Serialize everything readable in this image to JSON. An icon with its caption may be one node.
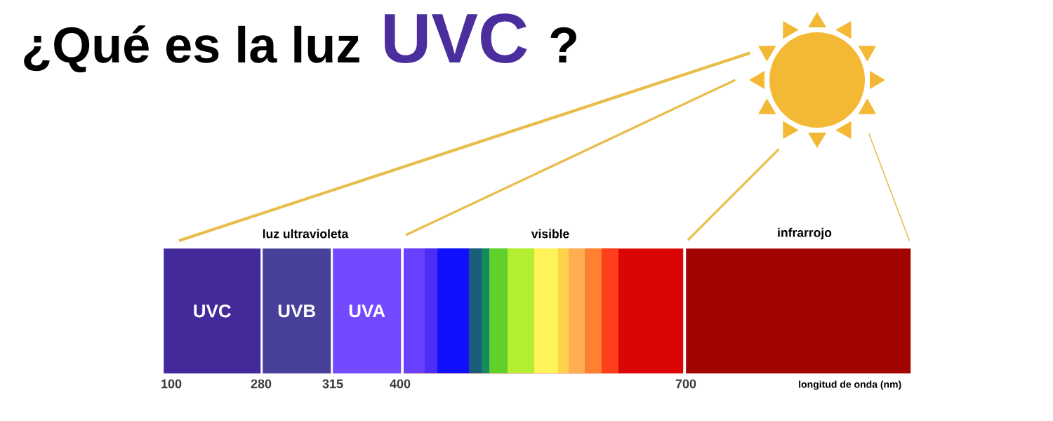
{
  "diagram": {
    "title": "¿Qué es la luz UVC ?",
    "nodes": [
      {
        "text": [],
        "shape": "picture"
      },
      {
        "text": [
          "luz ultravioleta"
        ]
      },
      {
        "text": [
          "UVC"
        ],
        "in": 1
      },
      {
        "text": [
          "UVB"
        ],
        "in": 1
      },
      {
        "text": [
          "UVA"
        ],
        "in": 1
      },
      {
        "text": [
          "visible"
        ]
      },
      {
        "text": [
          "infrarrojo"
        ]
      }
    ],
    "edges": [
      {
        "from": 0,
        "to": 1,
        "arrow": "none"
      },
      {
        "from": 0,
        "to": 5,
        "arrow": "none"
      },
      {
        "from": 0,
        "to": 6,
        "arrow": "none"
      },
      {
        "from": 0,
        "to": 6,
        "arrow": "none"
      }
    ],
    "labels": [
      "100",
      "280",
      "315",
      "400",
      "700",
      "longitud de onda (nm)"
    ]
  }
}
